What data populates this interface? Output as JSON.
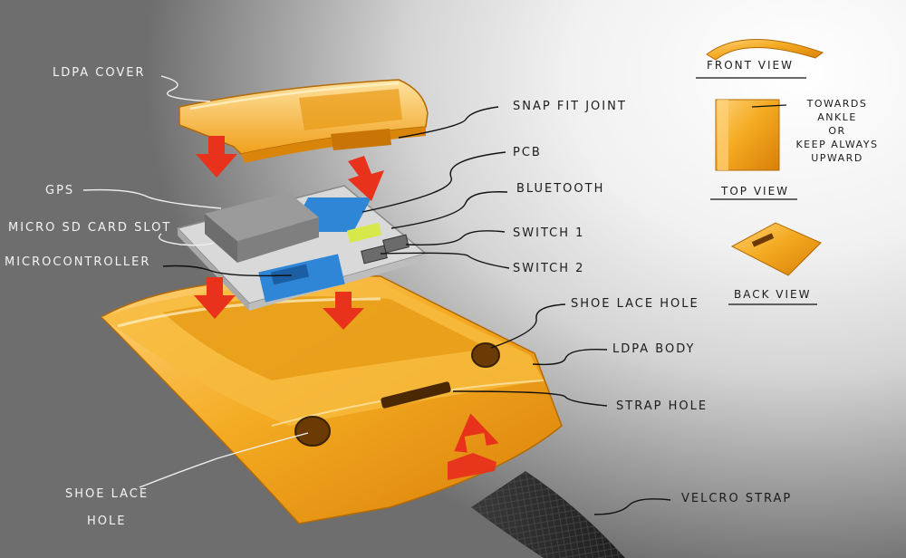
{
  "colors": {
    "accent_orange": "#f2a81f",
    "arrow_red": "#e8321c",
    "pcb_blue": "#2f86d6",
    "strap": "#2b2b2b"
  },
  "labels": {
    "ldpa_cover": "LDPA COVER",
    "snap_fit_joint": "SNAP FIT JOINT",
    "pcb": "PCB",
    "gps": "GPS",
    "bluetooth": "BLUETOOTH",
    "micro_sd": "MICRO SD CARD SLOT",
    "switch1": "SWITCH 1",
    "microcontroller": "MICROCONTROLLER",
    "switch2": "SWITCH 2",
    "shoe_lace_hole_right": "SHOE LACE HOLE",
    "ldpa_body": "LDPA BODY",
    "strap_hole": "STRAP HOLE",
    "shoe_lace_hole_left_line1": "SHOE LACE",
    "shoe_lace_hole_left_line2": "HOLE",
    "velcro_strap": "VELCRO STRAP"
  },
  "views": {
    "front": "FRONT VIEW",
    "top": "TOP VIEW",
    "back": "BACK VIEW",
    "top_note": [
      "TOWARDS",
      "ANKLE",
      "OR",
      "KEEP ALWAYS",
      "UPWARD"
    ]
  }
}
